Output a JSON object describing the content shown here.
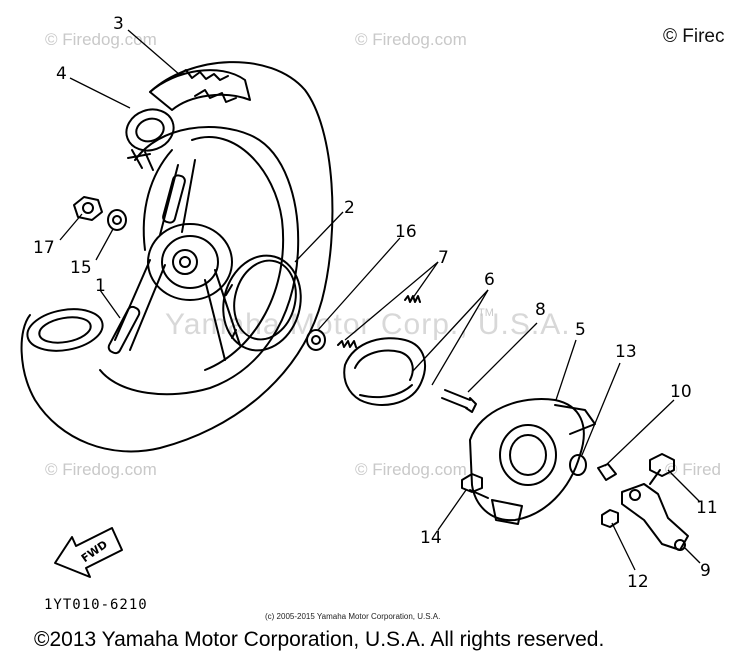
{
  "watermarks": {
    "tl": "© Firedog.com",
    "tc": "© Firedog.com",
    "bl": "© Firedog.com",
    "bc": "© Firedog.com",
    "br": "© Fired",
    "center": "Yamaha Motor Corp., U.S.A."
  },
  "trademark": "TM",
  "corner_copyright": "© Firec",
  "callouts": [
    "1",
    "2",
    "3",
    "4",
    "5",
    "6",
    "7",
    "8",
    "9",
    "10",
    "11",
    "12",
    "13",
    "14",
    "15",
    "16",
    "17"
  ],
  "fwd_label": "FWD",
  "drawing_code": "1YT010-6210",
  "small_copyright": "(c) 2005-2015 Yamaha Motor Corporation, U.S.A.",
  "footer": "©2013 Yamaha Motor Corporation, U.S.A. All rights reserved."
}
